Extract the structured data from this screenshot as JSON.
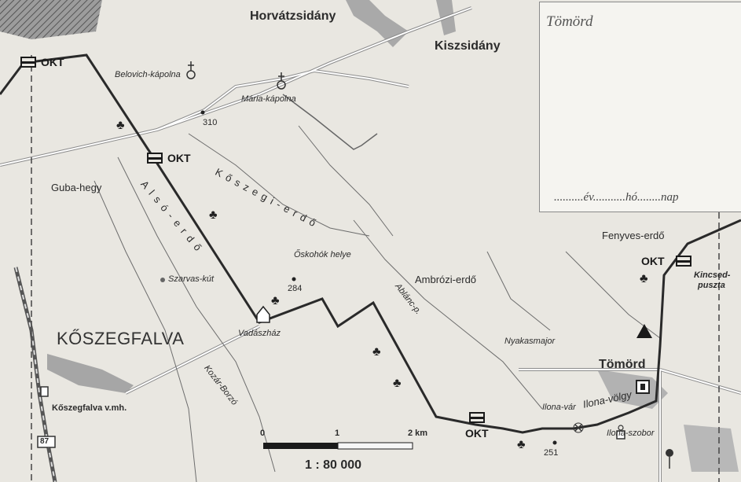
{
  "map": {
    "labels": {
      "horvatzsidany": "Horvátzsidány",
      "kiszsidany": "Kiszsidány",
      "belovich": "Belovich-kápolna",
      "maria": "Mária-kápolna",
      "elev310": "310",
      "guba": "Guba-hegy",
      "koszegi_erdo": "Kőszegi-erdő",
      "also_erdo": "Alsó-erdő",
      "oskohok": "Őskohók helye",
      "elev284": "284",
      "ambrozi": "Ambrózi-erdő",
      "ablanc": "Ablánc-p.",
      "szarvas": "Szarvas-kút",
      "koszegfalva": "KŐSZEGFALVA",
      "vadaszhaz": "Vadászház",
      "kozar": "Kozár-Borzó",
      "koszegfalva_mh": "Kőszegfalva v.mh.",
      "road87": "87",
      "nyakasmajor": "Nyakasmajor",
      "fenyves": "Fenyves-erdő",
      "kincsed": "Kincsed-",
      "puszta": "puszta",
      "tomord": "Tömörd",
      "ilona_var": "Ilona-vár",
      "ilona_volgy": "Ilona-völgy",
      "ilona_szobor": "Ilona-szobor",
      "elev251": "251"
    },
    "okt_markers": [
      "OKT",
      "OKT",
      "OKT",
      "OKT"
    ],
    "scale": {
      "tick0": "0",
      "tick1": "1",
      "tick2": "2 km",
      "ratio": "1 : 80 000"
    },
    "stamp_box": {
      "title": "Tömörd",
      "date_line": "..........év...........hó........nap"
    }
  }
}
